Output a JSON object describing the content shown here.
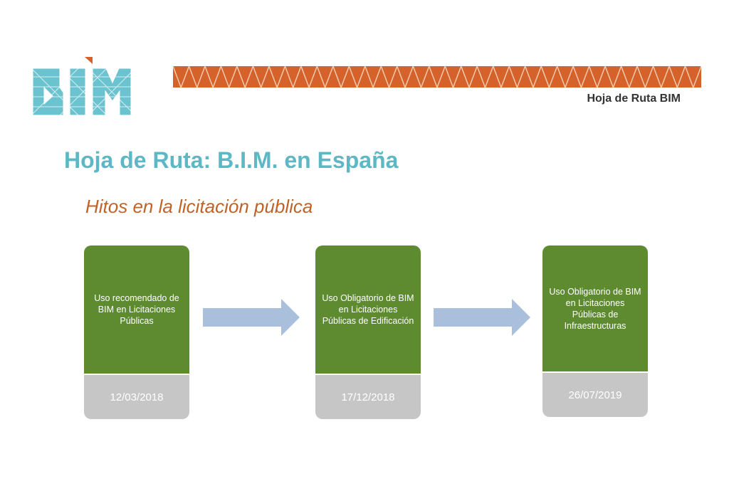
{
  "logo_text": "BIM",
  "header_label": "Hoja de Ruta BIM",
  "title": "Hoja de Ruta: B.I.M. en España",
  "subtitle": "Hitos en la licitación pública",
  "colors": {
    "teal": "#5cb8c4",
    "orange": "#d4622a",
    "green": "#5e8b30",
    "gray": "#c6c6c6",
    "arrow": "#a9bfdc"
  },
  "steps": [
    {
      "label": "Uso recomendado de BIM en Licitaciones Públicas",
      "date": "12/03/2018"
    },
    {
      "label": "Uso Obligatorio de BIM en Licitaciones Públicas de Edificación",
      "date": "17/12/2018"
    },
    {
      "label": "Uso Obligatorio de BIM en Licitaciones Públicas de Infraestructuras",
      "date": "26/07/2019"
    }
  ]
}
